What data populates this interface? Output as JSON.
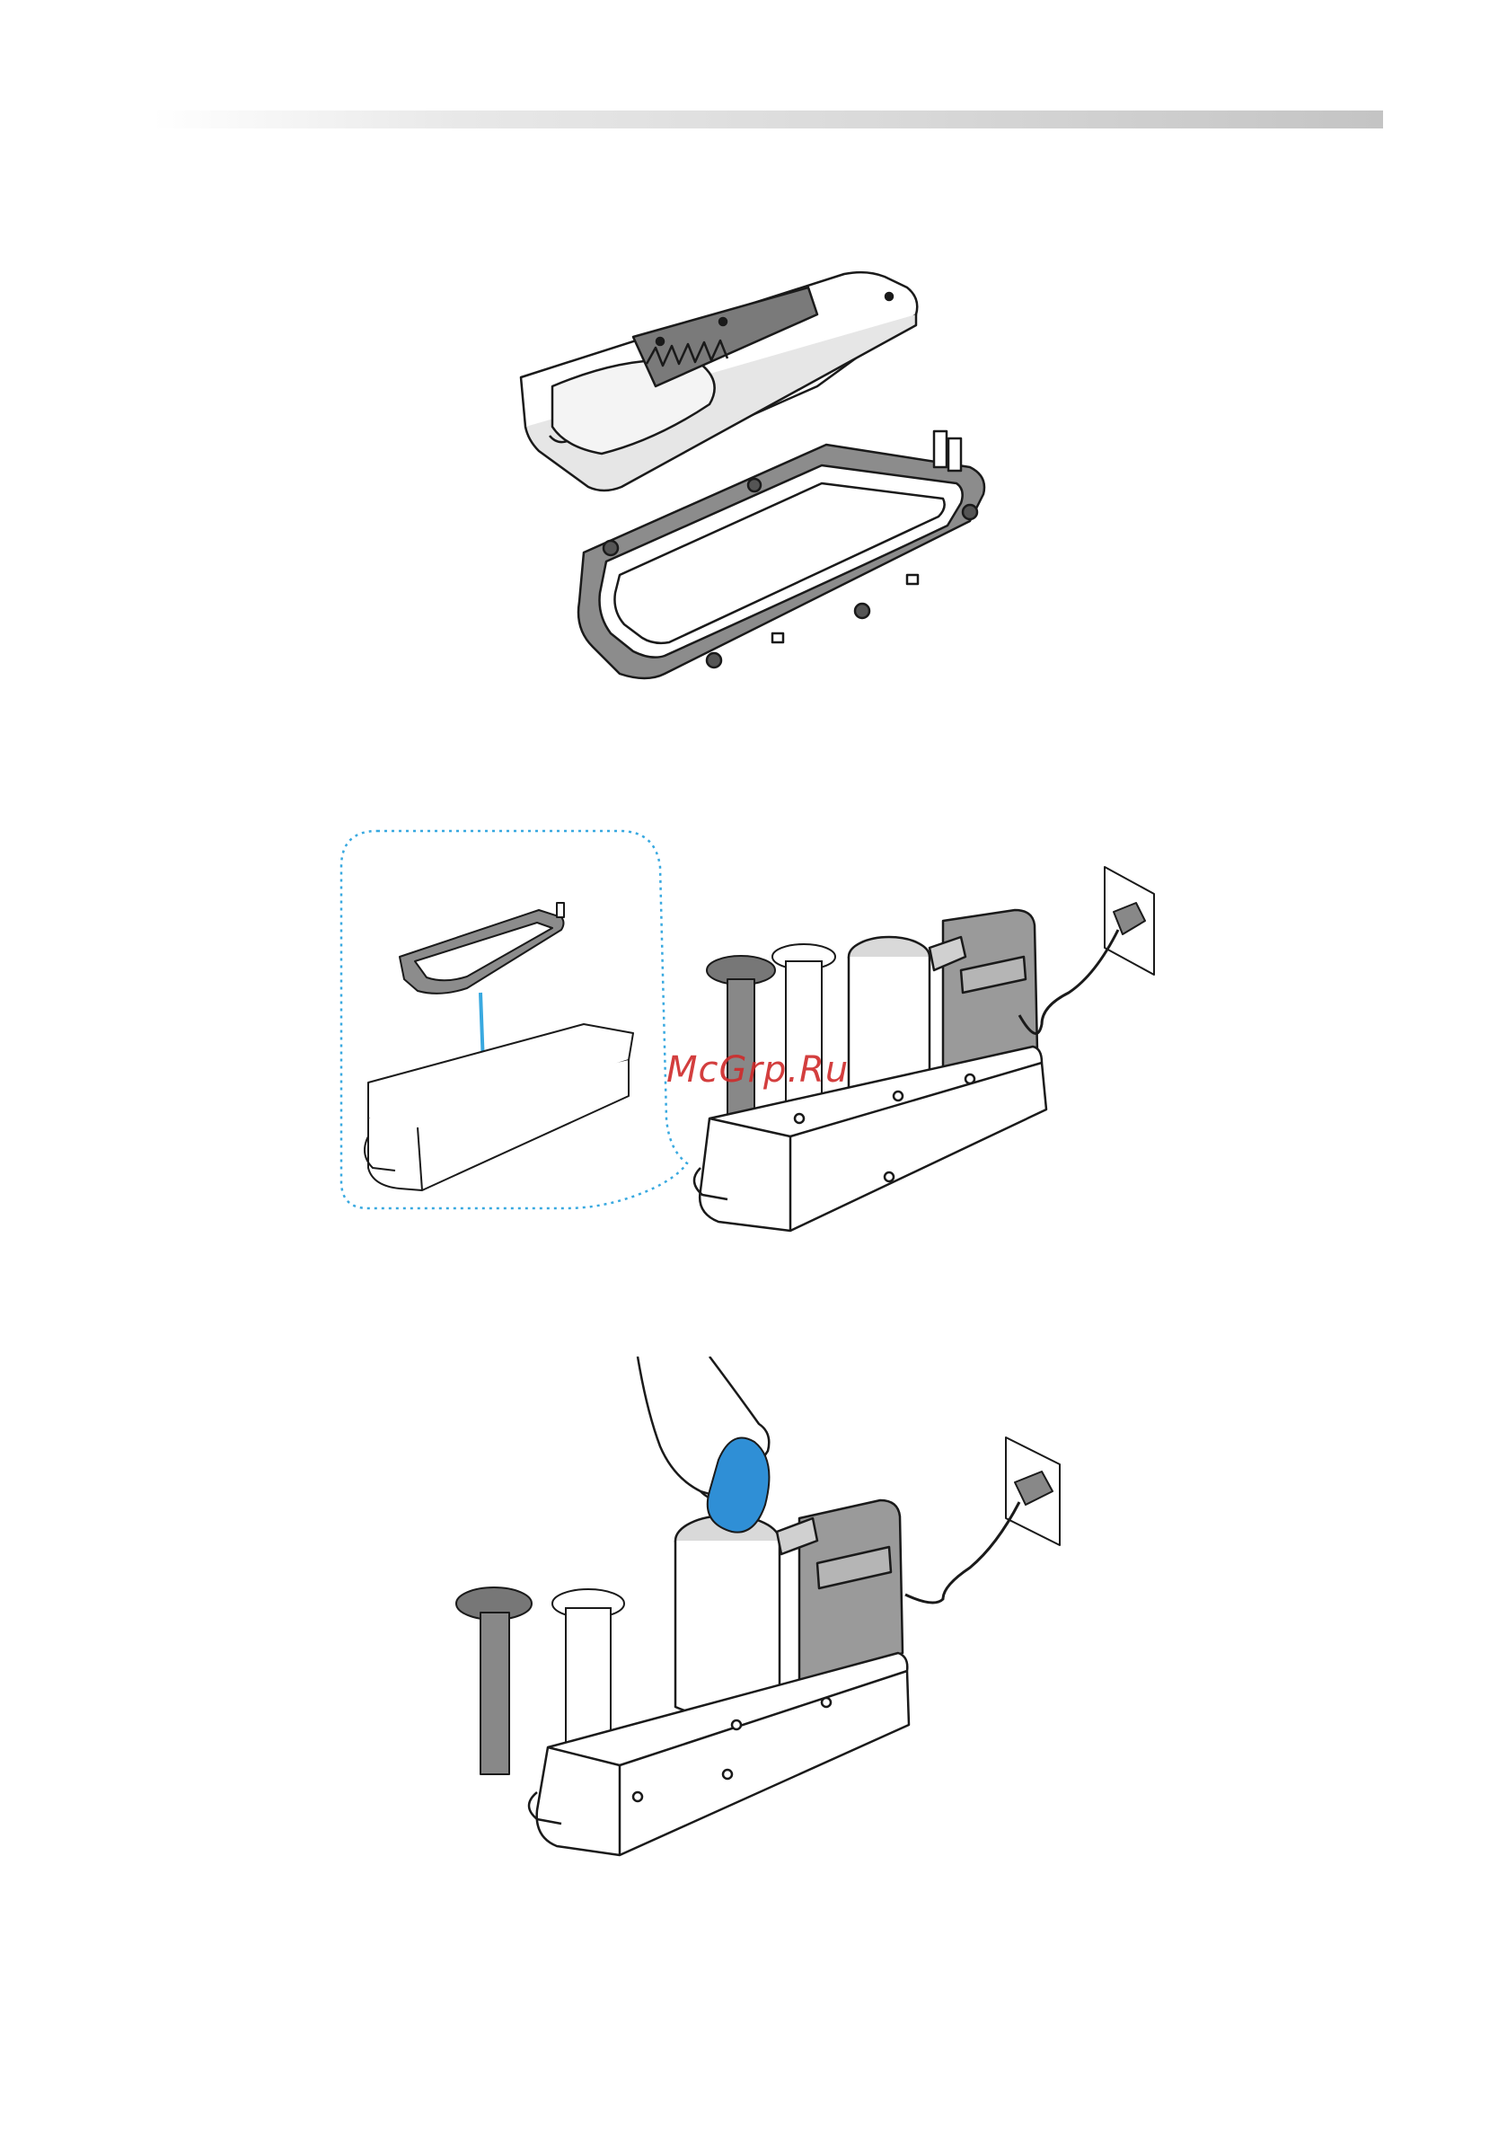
{
  "header": {
    "bar_color": "#c4c4c4"
  },
  "figures": [
    {
      "name": "blade-plate-and-frame",
      "icon": "slicer-blade-assembly-icon"
    },
    {
      "name": "frame-into-tray-with-appliance",
      "icon": "vegetable-cutter-appliance-icon"
    },
    {
      "name": "hand-cleaning-chute",
      "icon": "hand-with-sponge-icon"
    }
  ],
  "watermark": {
    "text": "McGrp.Ru",
    "color": "#cf2a2a"
  },
  "colors": {
    "line": "#1a1a1a",
    "machine_gray": "#9a9a9a",
    "frame_gray": "#8c8c8c",
    "dotted_callout": "#39a9e0",
    "arrow_blue": "#39a9e0",
    "sponge_blue": "#2f8fd6"
  }
}
